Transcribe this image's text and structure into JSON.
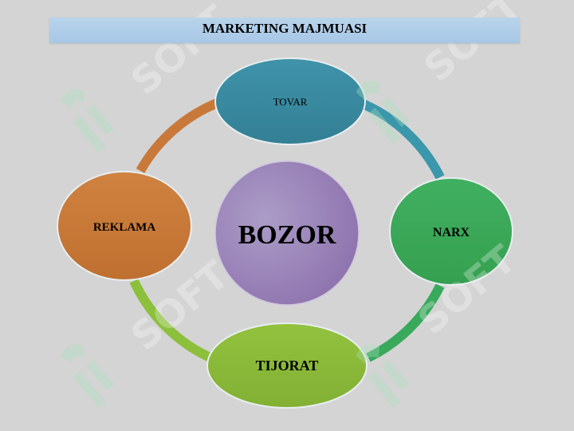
{
  "title": "MARKETING MAJMUASI",
  "center": {
    "label": "BOZOR",
    "color": "#9a82b5"
  },
  "nodes": [
    {
      "id": "tovar",
      "label": "TOVAR",
      "color": "#3a8aa0"
    },
    {
      "id": "narx",
      "label": "NARX",
      "color": "#3aac5a"
    },
    {
      "id": "tijorat",
      "label": "TIJORAT",
      "color": "#8ab83a"
    },
    {
      "id": "reklama",
      "label": "REKLAMA",
      "color": "#c97a38"
    }
  ],
  "colors": {
    "background": "#d4d4d4",
    "title_bar": "#b4cfe9",
    "arc_tovar_narx": "#3a96aa",
    "arc_narx_tijorat": "#38a85c",
    "arc_tijorat_reklama": "#8cc03c",
    "arc_reklama_tovar": "#c87a38"
  }
}
